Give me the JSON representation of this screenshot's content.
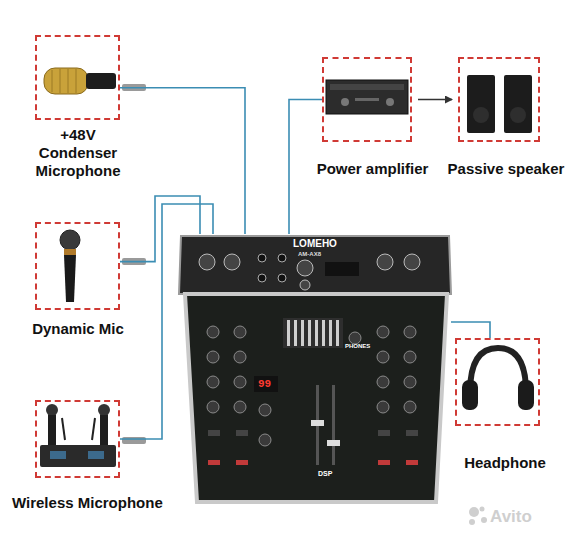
{
  "diagram": {
    "nodes": [
      {
        "text": [
          "+48V Condenser Microphone"
        ]
      },
      {
        "text": [
          "Dynamic Mic"
        ]
      },
      {
        "text": [
          "Wireless Microphone"
        ]
      },
      {
        "text": [
          "Power amplifier"
        ]
      },
      {
        "text": [
          "Passive speaker"
        ]
      },
      {
        "text": [
          "Headphone"
        ]
      },
      {
        "text": [
          "LOMEHO",
          "AM-AX8"
        ]
      }
    ],
    "edges": [
      {
        "from": 0,
        "to": 6,
        "arrow": "none"
      },
      {
        "from": 1,
        "to": 6,
        "arrow": "none"
      },
      {
        "from": 2,
        "to": 6,
        "arrow": "none"
      },
      {
        "from": 6,
        "to": 3,
        "arrow": "none"
      },
      {
        "from": 3,
        "to": 4,
        "arrow": "to"
      },
      {
        "from": 6,
        "to": 5,
        "arrow": "none"
      }
    ],
    "labels": [
      "PHONES",
      "99",
      "DSP",
      "Avito"
    ]
  }
}
